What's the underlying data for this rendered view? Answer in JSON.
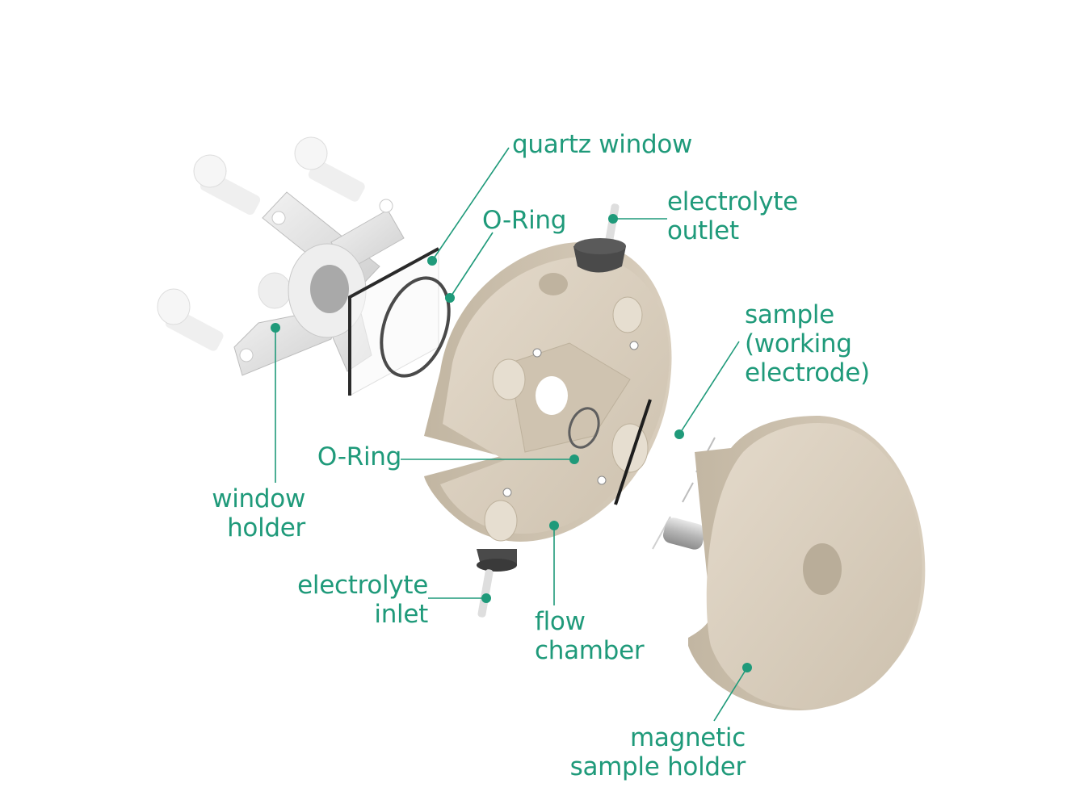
{
  "diagram": {
    "accent_color": "#1f9a7a",
    "part_color": "#d6cbbb",
    "labels": {
      "quartz_window": {
        "lines": [
          "quartz window"
        ]
      },
      "o_ring_top": {
        "lines": [
          "O-Ring"
        ]
      },
      "electrolyte_outlet": {
        "lines": [
          "electrolyte",
          "outlet"
        ]
      },
      "sample": {
        "lines": [
          "sample",
          "(working",
          "electrode)"
        ]
      },
      "o_ring_middle": {
        "lines": [
          "O-Ring"
        ]
      },
      "window_holder": {
        "lines": [
          "window",
          "holder"
        ]
      },
      "electrolyte_inlet": {
        "lines": [
          "electrolyte",
          "inlet"
        ]
      },
      "flow_chamber": {
        "lines": [
          "flow",
          "chamber"
        ]
      },
      "magnetic_sample_holder": {
        "lines": [
          "magnetic",
          "sample holder"
        ]
      }
    },
    "components": [
      "screw",
      "screw",
      "screw",
      "screw",
      "window holder",
      "quartz window",
      "O-Ring",
      "flow chamber",
      "O-Ring",
      "electrolyte outlet",
      "electrolyte inlet",
      "sample (working electrode)",
      "magnetic sample holder"
    ]
  }
}
